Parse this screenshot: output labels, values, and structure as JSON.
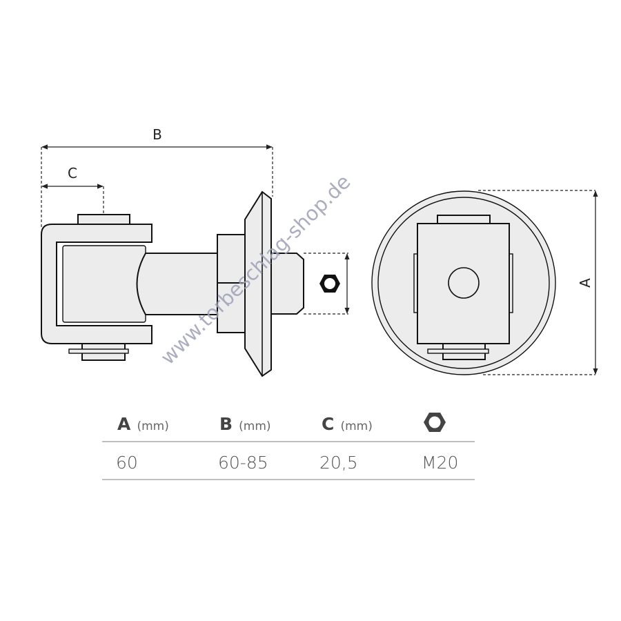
{
  "dimensions": {
    "B": "B",
    "C": "C",
    "A": "A"
  },
  "watermark": "www.torbeschlag-shop.de",
  "table": {
    "headers": [
      {
        "letter": "A",
        "unit": "(mm)"
      },
      {
        "letter": "B",
        "unit": "(mm)"
      },
      {
        "letter": "C",
        "unit": "(mm)"
      },
      {
        "icon": "hex-nut-icon"
      }
    ],
    "values": [
      "60",
      "60-85",
      "20,5",
      "M20"
    ]
  }
}
